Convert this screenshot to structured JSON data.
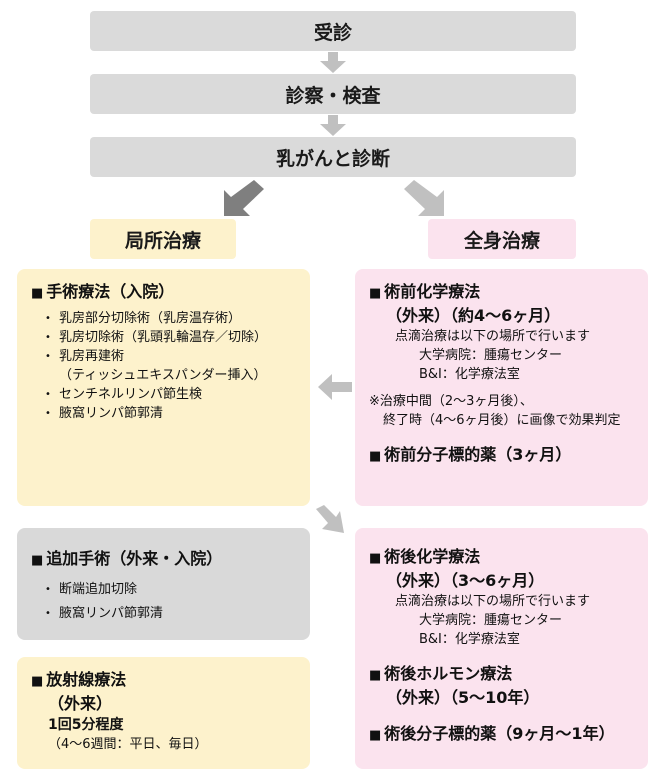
{
  "flow": {
    "step1": "受診",
    "step2": "診察・検査",
    "step3": "乳がんと診断"
  },
  "branches": {
    "local": "局所治療",
    "systemic": "全身治療"
  },
  "surgery": {
    "title": "手術療法（入院）",
    "items": [
      "乳房部分切除術（乳房温存術）",
      "乳房切除術（乳頭乳輪温存／切除）",
      "乳房再建術",
      "（ティッシュエキスパンダー挿入）",
      "センチネルリンパ節生検",
      "腋窩リンパ節郭清"
    ]
  },
  "neoadjuvant": {
    "title": "術前化学療法",
    "subtitle": "（外来）（約4～6ヶ月）",
    "note": "点滴治療は以下の場所で行います",
    "places": [
      "大学病院：腫瘍センター",
      "B&I：化学療法室"
    ],
    "eval_line1": "※治療中間（2～3ヶ月後）、",
    "eval_line2": "終了時（4～6ヶ月後）に画像で効果判定",
    "targeted": "術前分子標的薬（3ヶ月）"
  },
  "additional": {
    "title": "追加手術（外来・入院）",
    "items": [
      "断端追加切除",
      "腋窩リンパ節郭清"
    ]
  },
  "radiation": {
    "title": "放射線療法",
    "subtitle": "（外来）",
    "dose": "1回5分程度",
    "schedule": "（4～6週間：平日、毎日）"
  },
  "adjuvant": {
    "chemo_title": "術後化学療法",
    "chemo_subtitle": "（外来）（3～6ヶ月）",
    "note": "点滴治療は以下の場所で行います",
    "places": [
      "大学病院：腫瘍センター",
      "B&I：化学療法室"
    ],
    "hormone_title": "術後ホルモン療法",
    "hormone_subtitle": "（外来）（5～10年）",
    "targeted": "術後分子標的薬（9ヶ月～1年）"
  },
  "colors": {
    "step_bg": "#dadada",
    "arrow": "#c0c0c0",
    "arrow_dark": "#7f7f7f",
    "cream": "#fdf2cc",
    "pink": "#fbe3ee",
    "grey": "#d9d9d9"
  }
}
